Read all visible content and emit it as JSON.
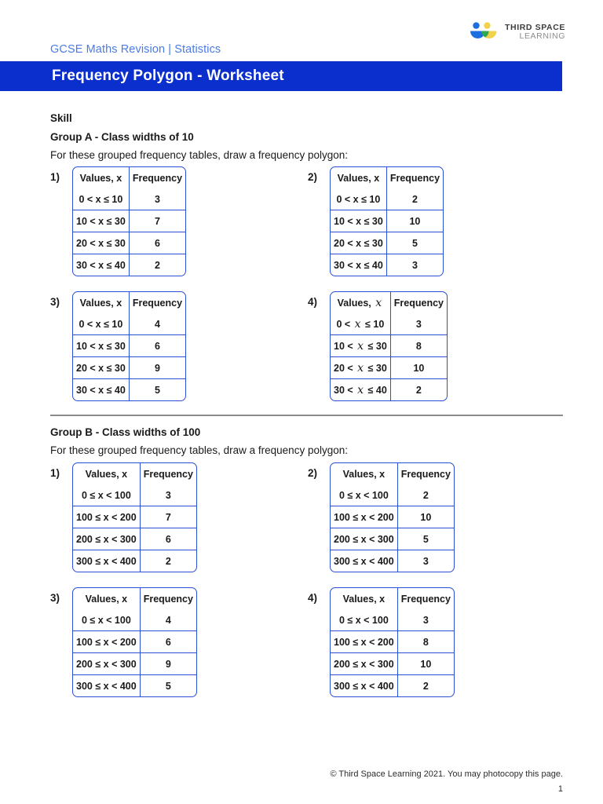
{
  "header": {
    "breadcrumb": "GCSE Maths Revision | Statistics",
    "title": "Frequency Polygon - Worksheet",
    "banner_color": "#0B2FCC",
    "breadcrumb_color": "#4A7BE8",
    "logo": {
      "icon": "third-space-learning-logo",
      "line1": "THIRD SPACE",
      "line2": "LEARNING",
      "blue": "#1B6FE0",
      "yellow": "#F2D24B",
      "green": "#2FA84F"
    }
  },
  "body": {
    "skill_label": "Skill",
    "table_border_color": "#2B4ED6",
    "groups": [
      {
        "heading": "Group A - Class widths of 10",
        "intro": "For these grouped frequency tables, draw a frequency polygon:",
        "questions": [
          {
            "number": "1)",
            "headers": [
              "Values, x",
              "Frequency"
            ],
            "rows": [
              [
                "0 < x ≤ 10",
                "3"
              ],
              [
                "10 < x ≤ 30",
                "7"
              ],
              [
                "20 < x ≤ 30",
                "6"
              ],
              [
                "30 < x ≤ 40",
                "2"
              ]
            ]
          },
          {
            "number": "2)",
            "headers": [
              "Values, x",
              "Frequency"
            ],
            "rows": [
              [
                "0 < x ≤ 10",
                "2"
              ],
              [
                "10 < x ≤ 30",
                "10"
              ],
              [
                "20 < x ≤ 30",
                "5"
              ],
              [
                "30 < x ≤ 40",
                "3"
              ]
            ]
          },
          {
            "number": "3)",
            "headers": [
              "Values, x",
              "Frequency"
            ],
            "rows": [
              [
                "0 < x ≤ 10",
                "4"
              ],
              [
                "10 < x ≤ 30",
                "6"
              ],
              [
                "20 < x ≤ 30",
                "9"
              ],
              [
                "30 < x ≤ 40",
                "5"
              ]
            ]
          },
          {
            "number": "4)",
            "italic_x": true,
            "headers": [
              "Values, 𝑥",
              "Frequency"
            ],
            "rows": [
              [
                "0 < 𝑥 ≤ 10",
                "3"
              ],
              [
                "10 < 𝑥 ≤ 30",
                "8"
              ],
              [
                "20 < 𝑥 ≤ 30",
                "10"
              ],
              [
                "30 < 𝑥 ≤ 40",
                "2"
              ]
            ]
          }
        ]
      },
      {
        "heading": "Group B - Class widths of 100",
        "intro": "For these grouped frequency tables, draw a frequency polygon:",
        "questions": [
          {
            "number": "1)",
            "headers": [
              "Values, x",
              "Frequency"
            ],
            "rows": [
              [
                "0 ≤ x < 100",
                "3"
              ],
              [
                "100 ≤ x < 200",
                "7"
              ],
              [
                "200 ≤ x < 300",
                "6"
              ],
              [
                "300 ≤ x < 400",
                "2"
              ]
            ]
          },
          {
            "number": "2)",
            "headers": [
              "Values, x",
              "Frequency"
            ],
            "rows": [
              [
                "0 ≤ x < 100",
                "2"
              ],
              [
                "100 ≤ x < 200",
                "10"
              ],
              [
                "200 ≤ x < 300",
                "5"
              ],
              [
                "300 ≤ x < 400",
                "3"
              ]
            ]
          },
          {
            "number": "3)",
            "headers": [
              "Values, x",
              "Frequency"
            ],
            "rows": [
              [
                "0 ≤ x < 100",
                "4"
              ],
              [
                "100 ≤ x < 200",
                "6"
              ],
              [
                "200 ≤ x < 300",
                "9"
              ],
              [
                "300 ≤ x < 400",
                "5"
              ]
            ]
          },
          {
            "number": "4)",
            "headers": [
              "Values, x",
              "Frequency"
            ],
            "rows": [
              [
                "0 ≤ x < 100",
                "3"
              ],
              [
                "100 ≤ x < 200",
                "8"
              ],
              [
                "200 ≤ x < 300",
                "10"
              ],
              [
                "300 ≤ x < 400",
                "2"
              ]
            ]
          }
        ]
      }
    ]
  },
  "footer": {
    "copyright": "© Third Space Learning 2021. You may photocopy this page.",
    "page_number": "1"
  }
}
